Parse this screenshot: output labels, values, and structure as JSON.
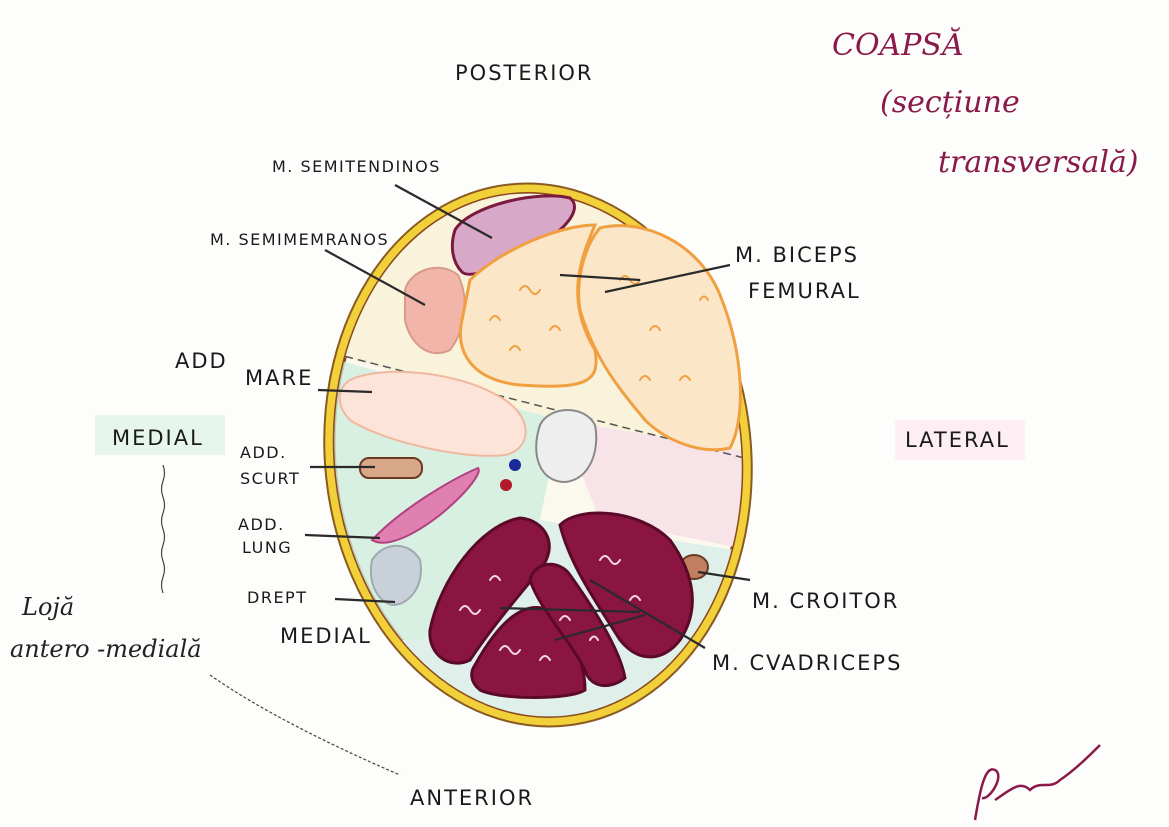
{
  "title": {
    "line1": "COAPSĂ",
    "line2": "(secțiune",
    "line3": "transversală)"
  },
  "orientation": {
    "posterior": "POSTERIOR",
    "anterior": "ANTERIOR",
    "medial": "MEDIAL",
    "lateral": "LATERAL"
  },
  "labels": {
    "semitendinos": "M. SEMITENDINOS",
    "semimembranos": "M. SEMIMEMRANOS",
    "biceps_1": "M. BICEPS",
    "biceps_2": "FEMURAL",
    "add_mare_1": "ADD",
    "add_mare_2": "MARE",
    "add_scurt_1": "ADD.",
    "add_scurt_2": "SCURT",
    "add_lung_1": "ADD.",
    "add_lung_2": "LUNG",
    "drept_medial_1": "DREPT",
    "drept_medial_2": "MEDIAL",
    "croitor": "M. CROITOR",
    "cvadriceps": "M. CVADRICEPS"
  },
  "compartment": {
    "line1": "Lojă",
    "line2": "antero -medială"
  },
  "signature": "Signature",
  "colors": {
    "title": "#8a1a4a",
    "fascia": "#e8c21a",
    "biceps": "#f0a040",
    "quadriceps": "#8a1540",
    "adductor_region": "#cdeedd",
    "semimembranos": "#f0b0a8"
  }
}
